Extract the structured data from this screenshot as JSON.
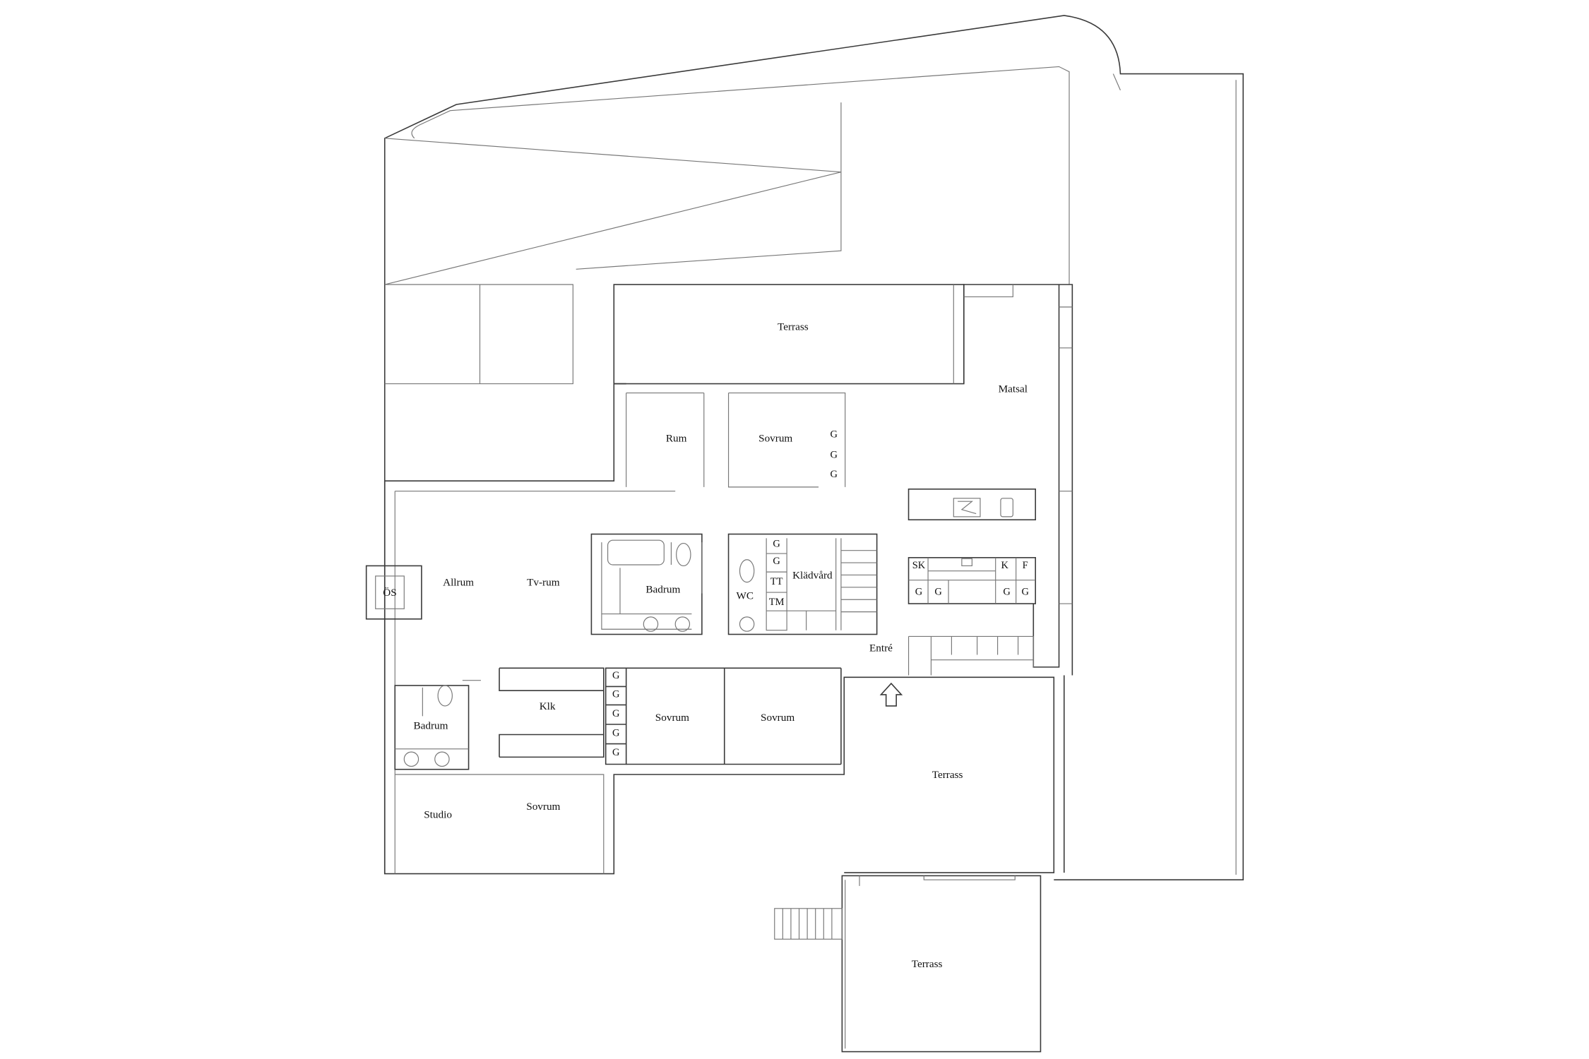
{
  "plan": {
    "stroke_color": "#3a3a3a",
    "rooms": [
      "Terrass",
      "Matsal",
      "Rum",
      "Sovrum",
      "ÖS",
      "Allrum",
      "Tv-rum",
      "Badrum",
      "WC",
      "Klädvård",
      "Entré",
      "Klk",
      "Sovrum",
      "Sovrum",
      "Badrum",
      "Terrass",
      "Studio",
      "Sovrum",
      "Terrass"
    ],
    "fixture_labels": {
      "wardrobe": "G",
      "tumble_dryer": "TT",
      "washing_machine": "TM",
      "dishwasher": "SK",
      "fridge": "K",
      "freezer": "F"
    },
    "icons": [
      "entrance-arrow-icon",
      "stove-icon",
      "sink-icon",
      "toilet-icon",
      "bathtub-icon",
      "washbasin-icon",
      "stairs-icon"
    ]
  }
}
